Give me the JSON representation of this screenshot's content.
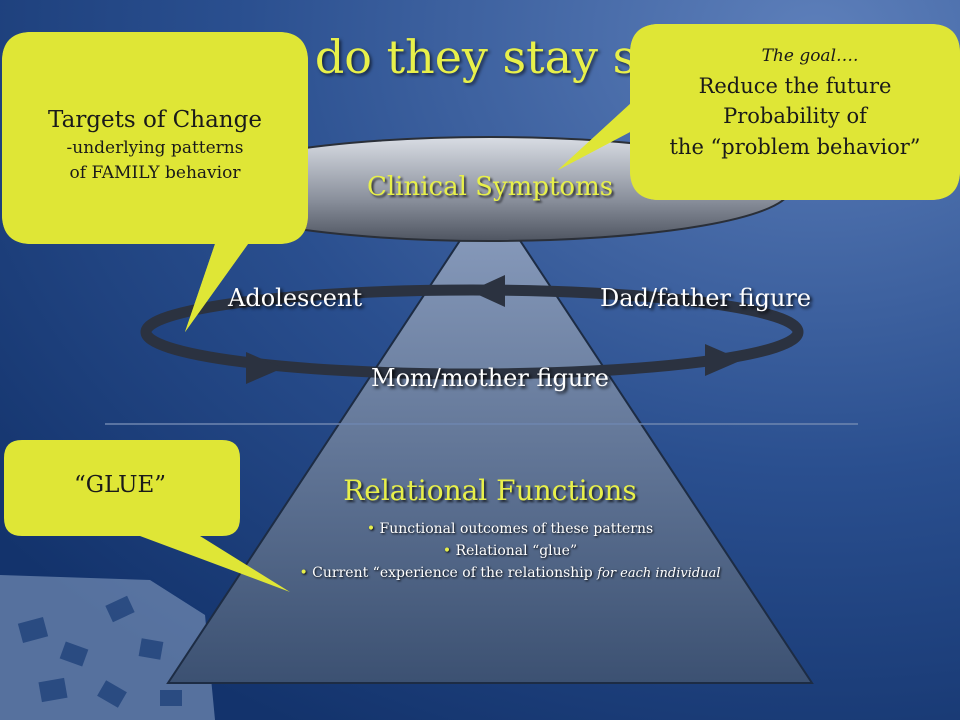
{
  "slide": {
    "title": "Why do they stay stuck?",
    "clinical_symptoms": "Clinical Symptoms",
    "relational_functions": "Relational Functions",
    "family_cycle": {
      "adolescent": "Adolescent",
      "father": "Dad/father figure",
      "mother": "Mom/mother figure"
    },
    "bullets": {
      "b1": "Functional outcomes of these patterns",
      "b2": "Relational “glue”",
      "b3_main": "Current “experience of the relationship ",
      "b3_italic": "for each individual"
    }
  },
  "callouts": {
    "targets": {
      "title": "Targets of Change",
      "line1": "-underlying patterns",
      "line2": "of FAMILY behavior"
    },
    "goal": {
      "intro": "The goal….",
      "line1": "Reduce the future",
      "line2": "Probability of",
      "line3": "the “problem behavior”"
    },
    "glue": {
      "text": "“GLUE”"
    }
  },
  "colors": {
    "callout_fill": "#dfe636",
    "title_text": "#e8f04a",
    "background": "#1d3f7c"
  }
}
